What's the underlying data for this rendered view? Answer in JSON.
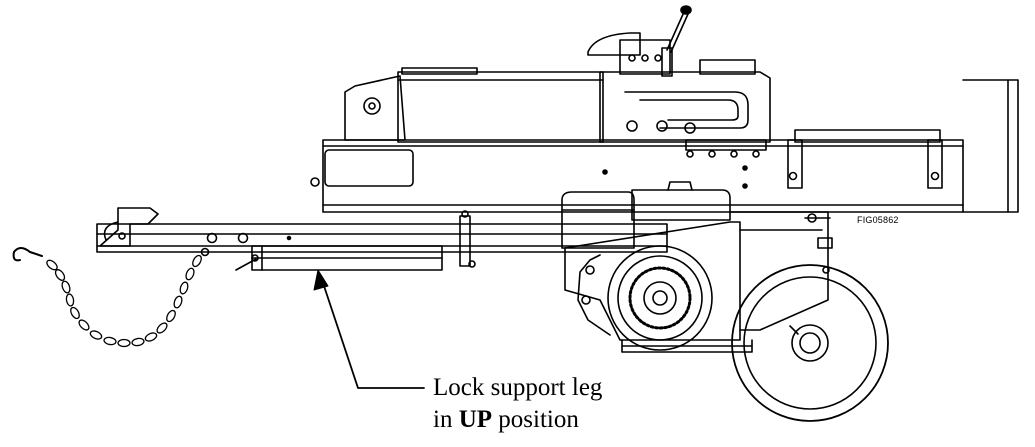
{
  "figure": {
    "id": "FIG05862"
  },
  "callout": {
    "line1": "Lock support leg",
    "line2_prefix": "in",
    "line2_bold": "UP",
    "line2_suffix": "position"
  }
}
